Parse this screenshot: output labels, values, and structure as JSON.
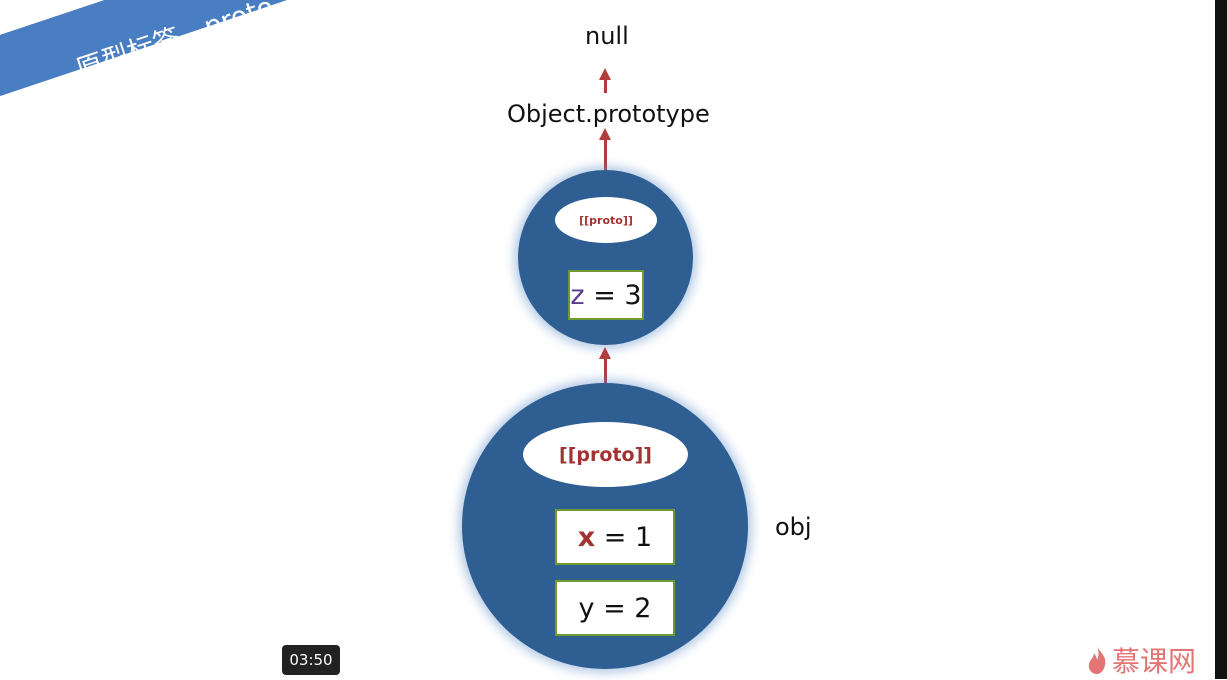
{
  "banner": {
    "title": "原型标签__proto__"
  },
  "diagram": {
    "null_label": "null",
    "object_prototype_label": "Object.prototype",
    "prototype_object": {
      "proto_label": "[[proto]]",
      "property": {
        "name": "z",
        "rest": " = 3"
      }
    },
    "obj": {
      "label": "obj",
      "proto_label": "[[proto]]",
      "properties": [
        {
          "name": "x",
          "rest": " = 1"
        },
        {
          "name": "y",
          "rest": " = 2"
        }
      ]
    }
  },
  "player": {
    "time": "03:50"
  },
  "watermark": {
    "text": "慕课网",
    "color": "#e47575"
  },
  "colors": {
    "banner": "#4a7ec2",
    "circle": "#2f5e92",
    "arrow": "#b23b3b"
  }
}
